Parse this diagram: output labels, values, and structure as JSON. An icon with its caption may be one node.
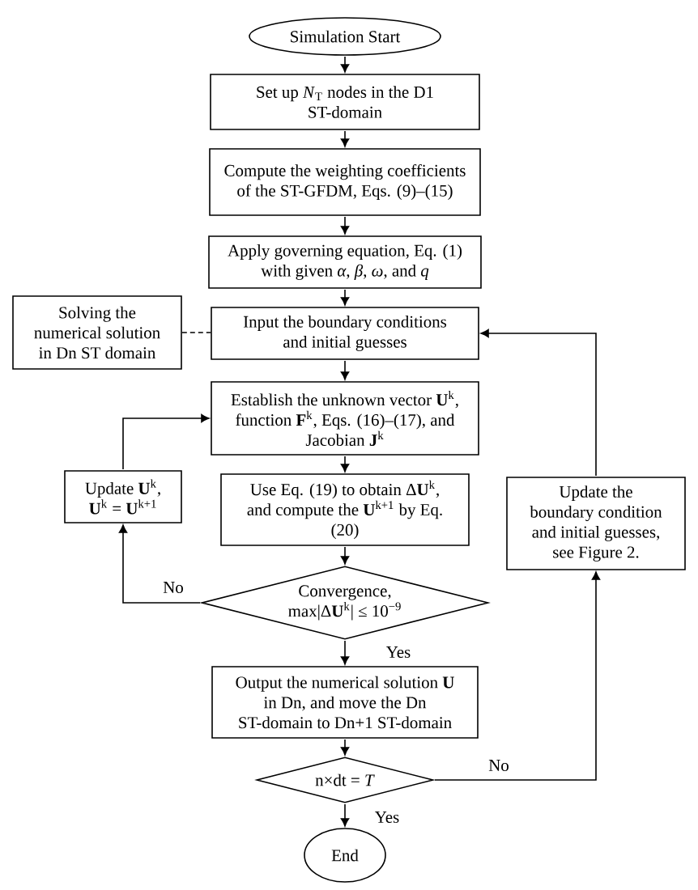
{
  "diagram": {
    "nodes": [
      {
        "text": [
          "Simulation Start"
        ]
      },
      {
        "text": [
          "Set up *N*$_{T}$ nodes in the D1 ST-domain"
        ]
      },
      {
        "text": [
          "Compute the weighting coefficients of the ST-GFDM, Eqs. (9)–(15)"
        ]
      },
      {
        "text": [
          "Apply governing equation, Eq. (1) with given *α*, *β*, *ω*, and *q*"
        ]
      },
      {
        "text": [
          "Input the boundary conditions and initial guesses"
        ]
      },
      {
        "text": [
          "Solving the numerical solution in Dn ST domain"
        ]
      },
      {
        "text": [
          "Establish the unknown vector **U**$^{k}$, function **F**$^{k}$, Eqs. (16)–(17), and Jacobian **J**$^{k}$"
        ]
      },
      {
        "text": [
          "Use Eq. (19) to obtain Δ**U**$^{k}$, and compute the **U**$^{k+1}$ by Eq. (20)"
        ]
      },
      {
        "text": [
          "Convergence, max|Δ**U**$^{k}$| ≤ 10$^{−9}$"
        ]
      },
      {
        "text": [
          "Update **U**$^{k}$, **U**$^{k}$ = **U**$^{k+1}$"
        ]
      },
      {
        "text": [
          "Update the boundary condition and initial guesses, see Figure 2."
        ]
      },
      {
        "text": [
          "Output the numerical solution **U** in Dn, and move the Dn ST-domain to Dn+1 ST-domain"
        ]
      },
      {
        "text": [
          "n×dt = *T*"
        ]
      },
      {
        "text": [
          "End"
        ]
      }
    ],
    "edges": [
      {
        "from": 0,
        "to": 1,
        "arrow": "to"
      },
      {
        "from": 1,
        "to": 2,
        "arrow": "to"
      },
      {
        "from": 2,
        "to": 3,
        "arrow": "to"
      },
      {
        "from": 3,
        "to": 4,
        "arrow": "to"
      },
      {
        "from": 4,
        "to": 6,
        "arrow": "to"
      },
      {
        "from": 6,
        "to": 7,
        "arrow": "to"
      },
      {
        "from": 7,
        "to": 8,
        "arrow": "to"
      },
      {
        "from": 8,
        "to": 11,
        "arrow": "to",
        "label": "Yes"
      },
      {
        "from": 11,
        "to": 12,
        "arrow": "to"
      },
      {
        "from": 12,
        "to": 13,
        "arrow": "to",
        "label": "Yes"
      },
      {
        "from": 8,
        "to": 9,
        "arrow": "to",
        "label": "No"
      },
      {
        "from": 9,
        "to": 6,
        "arrow": "to"
      },
      {
        "from": 12,
        "to": 10,
        "arrow": "to",
        "label": "No"
      },
      {
        "from": 10,
        "to": 4,
        "arrow": "to"
      },
      {
        "from": 5,
        "to": 4,
        "arrow": "none",
        "style": "dashed"
      }
    ]
  }
}
